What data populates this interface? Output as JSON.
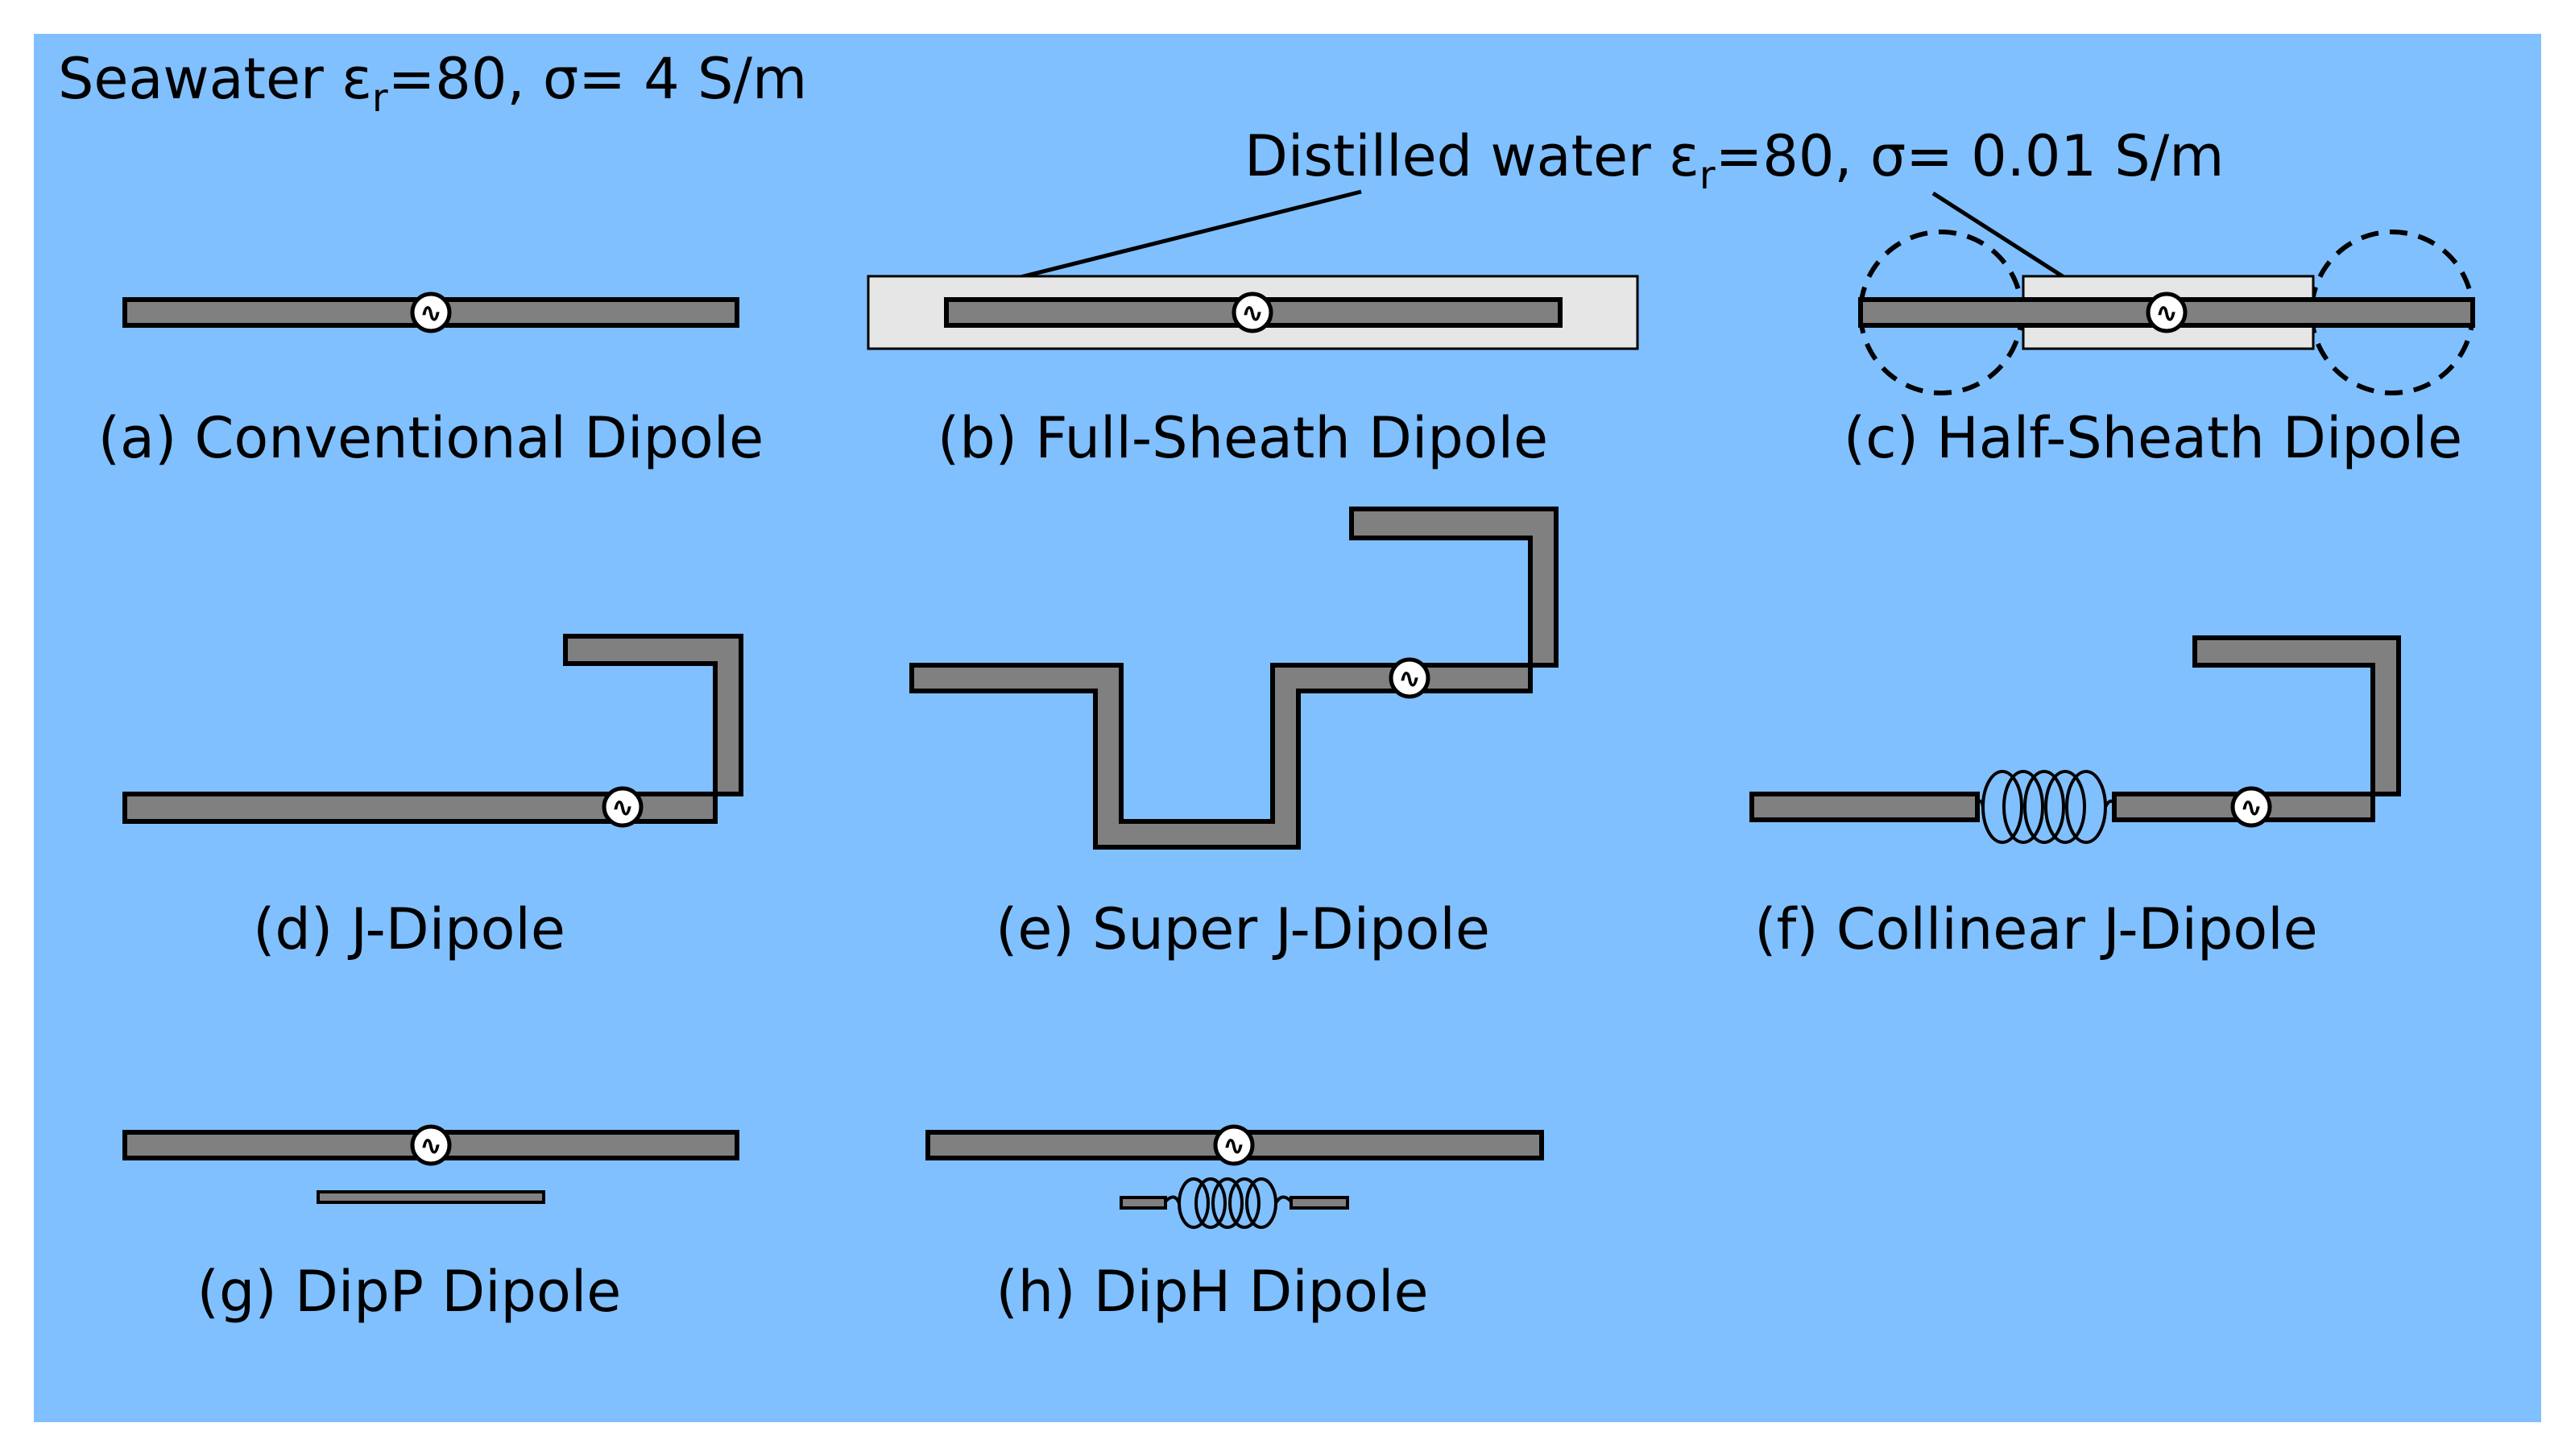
{
  "colors": {
    "background": "#ffffff",
    "seawater": "#80c0ff",
    "conductor": "#808080",
    "outline": "#000000",
    "sheath": "#e6e6e6",
    "source": "#ffffff"
  },
  "labels": {
    "seawater": {
      "prefix": "Seawater ε",
      "sub": "r",
      "suffix": "=80, σ= 4 S/m"
    },
    "distilled": {
      "prefix": "Distilled water ε",
      "sub": "r",
      "suffix": "=80, σ= 0.01 S/m"
    }
  },
  "icons": {
    "source": "∿"
  },
  "antennas": [
    {
      "id": "a",
      "caption": "(a) Conventional Dipole"
    },
    {
      "id": "b",
      "caption": "(b) Full-Sheath Dipole"
    },
    {
      "id": "c",
      "caption": "(c) Half-Sheath Dipole"
    },
    {
      "id": "d",
      "caption": "(d) J-Dipole"
    },
    {
      "id": "e",
      "caption": "(e) Super J-Dipole"
    },
    {
      "id": "f",
      "caption": "(f) Collinear J-Dipole"
    },
    {
      "id": "g",
      "caption": "(g) DipP Dipole"
    },
    {
      "id": "h",
      "caption": "(h) DipH Dipole"
    }
  ]
}
